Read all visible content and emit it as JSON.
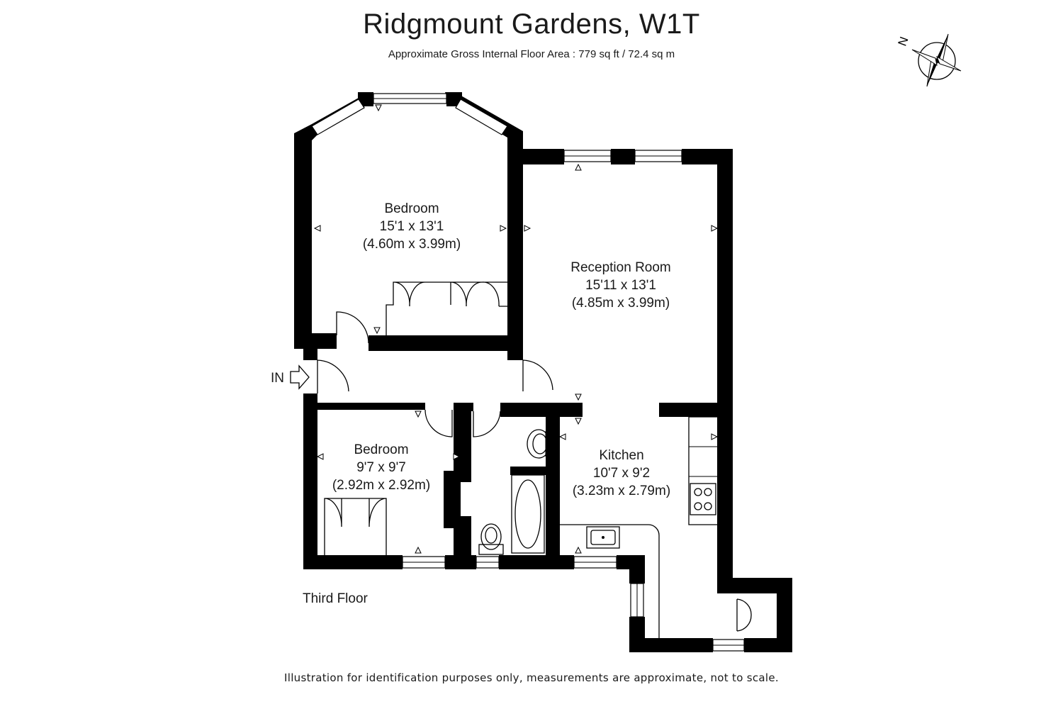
{
  "header": {
    "title": "Ridgmount Gardens, W1T",
    "subtitle": "Approximate Gross Internal Floor Area : 779 sq ft / 72.4 sq m"
  },
  "compass": {
    "letter": "N",
    "icon": "compass-rose-icon"
  },
  "entrance": {
    "label": "IN",
    "icon": "entrance-arrow-icon"
  },
  "rooms": [
    {
      "id": "bedroom-1",
      "name": "Bedroom",
      "imperial": "15'1 x 13'1",
      "metric": "(4.60m x 3.99m)"
    },
    {
      "id": "reception-room",
      "name": "Reception Room",
      "imperial": "15'11 x 13'1",
      "metric": "(4.85m x 3.99m)"
    },
    {
      "id": "bedroom-2",
      "name": "Bedroom",
      "imperial": "9'7 x 9'7",
      "metric": "(2.92m x 2.92m)"
    },
    {
      "id": "kitchen",
      "name": "Kitchen",
      "imperial": "10'7 x 9'2",
      "metric": "(3.23m x 2.79m)"
    }
  ],
  "floor_label": "Third Floor",
  "footer": {
    "disclaimer": "Illustration for identification purposes only, measurements are approximate, not to scale."
  }
}
